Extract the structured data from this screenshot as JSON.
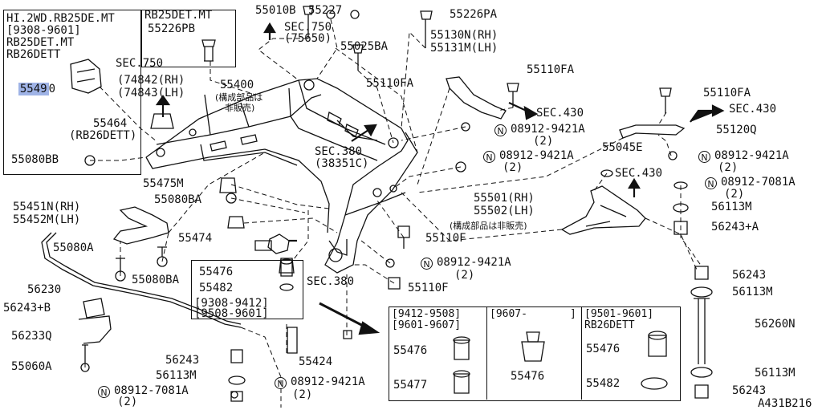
{
  "diagram_id": "A431B216",
  "highlight_part": "5549",
  "highlight_part_suffix": "0",
  "n_symbol": "N",
  "notes": {
    "topleft": [
      "HI.2WD.RB25DE.MT",
      "[9308-9601]",
      "RB25DET.MT",
      "RB26DETT"
    ],
    "rb25det": "RB25DET.MT",
    "rb26": "(RB26DETT)",
    "sec750a": "SEC.750",
    "sec750a_sub1": "(74842(RH)",
    "sec750a_sub2": "(74843(LH)",
    "sec750b": "SEC.750",
    "sec750b_sub": "(75650)",
    "not_sold": "(構成部品は",
    "not_sold2": "非販売)",
    "not_sold_single": "(構成部品は非販売)",
    "sec380a": "SEC.380",
    "sec380a_sub": "(38351C)",
    "sec380b": "SEC.380",
    "sec430a": "SEC.430",
    "sec430b": "SEC.430",
    "sec430c": "SEC.430",
    "range1": "[9308-9412]",
    "range2": "[9508-9601]",
    "cell1_r1": "[9412-9508]",
    "cell1_r2": "[9601-9607]",
    "cell2_r1": "[9607-",
    "cell2_r2": "]",
    "cell3_r1": "[9501-9601]",
    "cell3_r2": "RB26DETT",
    "qty2": "(2)"
  },
  "parts": {
    "p55226pb": "55226PB",
    "p55464": "55464",
    "p55080bb": "55080BB",
    "p55010b": "55010B",
    "p55227": "55227",
    "p55226pa": "55226PA",
    "p55025ba": "55025BA",
    "p55110fa_1": "55110FA",
    "p55400": "55400",
    "p55130n": "55130N(RH)",
    "p55131m": "55131M(LH)",
    "p55110fa_2": "55110FA",
    "p55110fa_3": "55110FA",
    "p08912_9421a_1": "08912-9421A",
    "p55120q": "55120Q",
    "p08912_9421a_2": "08912-9421A",
    "p55045e": "55045E",
    "p08912_9421a_3": "08912-9421A",
    "p08912_7081a_1": "08912-7081A",
    "p55475m": "55475M",
    "p55080ba_1": "55080BA",
    "p55501": "55501(RH)",
    "p55502": "55502(LH)",
    "p56113m_1": "56113M",
    "p56243a": "56243+A",
    "p55451n": "55451N(RH)",
    "p55452m": "55452M(LH)",
    "p55474": "55474",
    "p55110f_1": "55110F",
    "p55080a": "55080A",
    "p55080ba_2": "55080BA",
    "p08912_9421a_4": "08912-9421A",
    "p56230": "56230",
    "p55476_1": "55476",
    "p55482_1": "55482",
    "p55110f_2": "55110F",
    "p56243_1": "56243",
    "p56113m_2": "56113M",
    "p56243b": "56243+B",
    "p56260n": "56260N",
    "p56233q": "56233Q",
    "p55060a": "55060A",
    "p55424": "55424",
    "p56243_2": "56243",
    "p56113m_3": "56113M",
    "p08912_9421a_5": "08912-9421A",
    "p08912_7081a_2": "08912-7081A",
    "p55476_2": "55476",
    "p55477": "55477",
    "p55476_3": "55476",
    "p55476_4": "55476",
    "p55482_2": "55482",
    "p56113m_4": "56113M",
    "p56243_3": "56243"
  }
}
